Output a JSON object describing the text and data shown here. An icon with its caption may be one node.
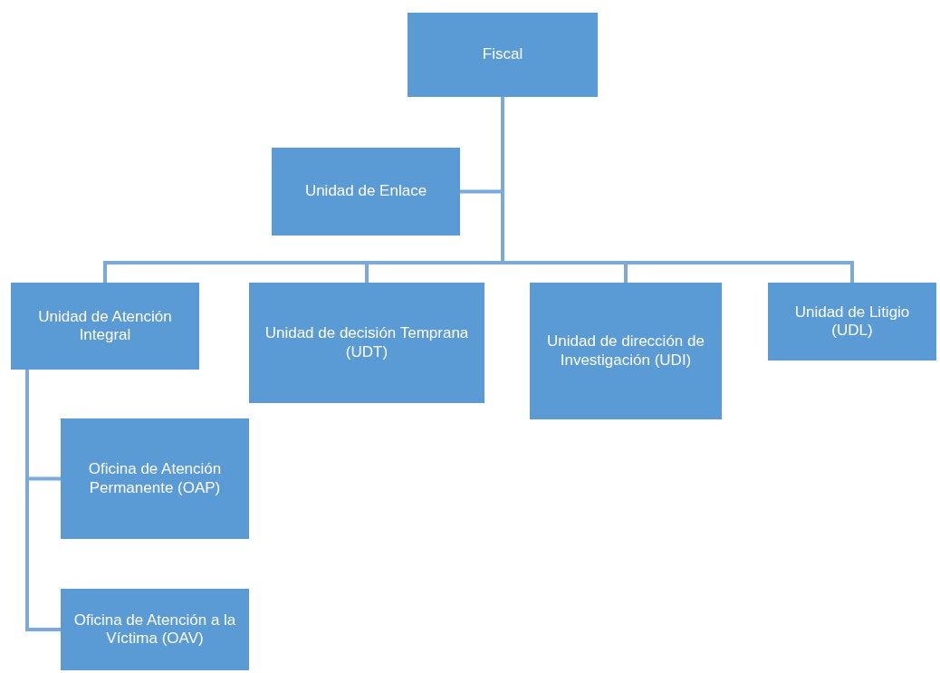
{
  "diagram": {
    "nodes": [
      {
        "text": [
          "Fiscal"
        ]
      },
      {
        "text": [
          "Unidad de Enlace"
        ]
      },
      {
        "text": [
          "Unidad de Atención Integral"
        ]
      },
      {
        "text": [
          "Unidad de decisión Temprana (UDT)"
        ]
      },
      {
        "text": [
          "Unidad de dirección de Investigación (UDI)"
        ]
      },
      {
        "text": [
          "Unidad de Litigio (UDL)"
        ]
      },
      {
        "text": [
          "Oficina de Atención Permanente (OAP)"
        ]
      },
      {
        "text": [
          "Oficina de Atención a la Víctima (OAV)"
        ]
      }
    ],
    "edges": [
      {
        "from": 0,
        "to": 1,
        "arrow": "none"
      },
      {
        "from": 0,
        "to": 2,
        "arrow": "none"
      },
      {
        "from": 0,
        "to": 3,
        "arrow": "none"
      },
      {
        "from": 0,
        "to": 4,
        "arrow": "none"
      },
      {
        "from": 0,
        "to": 5,
        "arrow": "none"
      },
      {
        "from": 2,
        "to": 6,
        "arrow": "none"
      },
      {
        "from": 2,
        "to": 7,
        "arrow": "none"
      }
    ]
  }
}
